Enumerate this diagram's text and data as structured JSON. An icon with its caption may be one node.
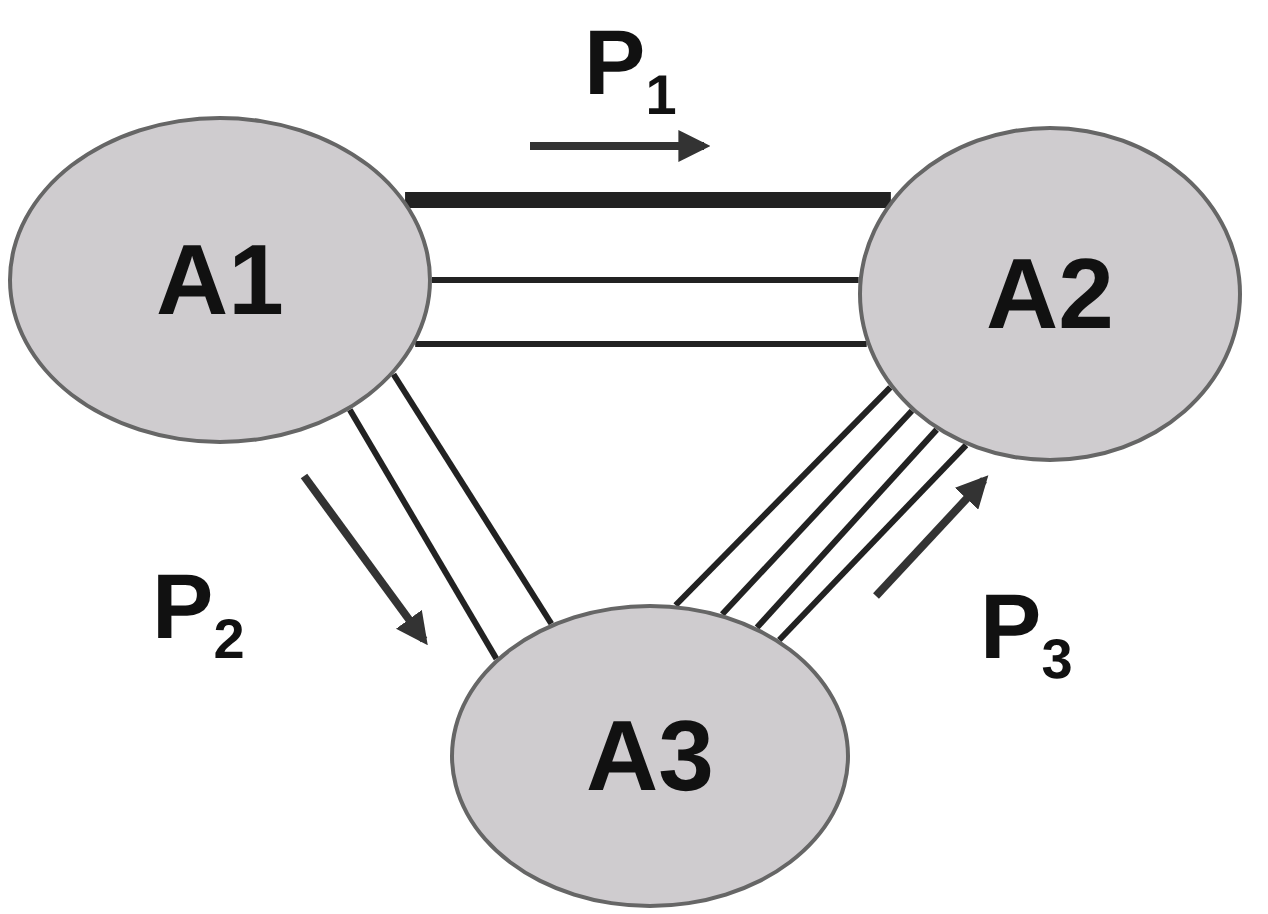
{
  "diagram": {
    "nodes": [
      {
        "text": [
          "A1"
        ]
      },
      {
        "text": [
          "A2"
        ]
      },
      {
        "text": [
          "A3"
        ]
      }
    ],
    "edges": [
      {
        "from": 0,
        "to": 1,
        "arrow": "none",
        "style": "thick"
      },
      {
        "from": 0,
        "to": 1,
        "arrow": "none"
      },
      {
        "from": 0,
        "to": 1,
        "arrow": "none"
      },
      {
        "from": 0,
        "to": 2,
        "arrow": "none"
      },
      {
        "from": 0,
        "to": 2,
        "arrow": "none"
      },
      {
        "from": 2,
        "to": 1,
        "arrow": "none"
      },
      {
        "from": 2,
        "to": 1,
        "arrow": "none"
      },
      {
        "from": 2,
        "to": 1,
        "arrow": "none"
      },
      {
        "from": 2,
        "to": 1,
        "arrow": "none"
      }
    ],
    "labels": [
      "P$_{1}$",
      "P$_{2}$",
      "P$_{3}$"
    ]
  }
}
